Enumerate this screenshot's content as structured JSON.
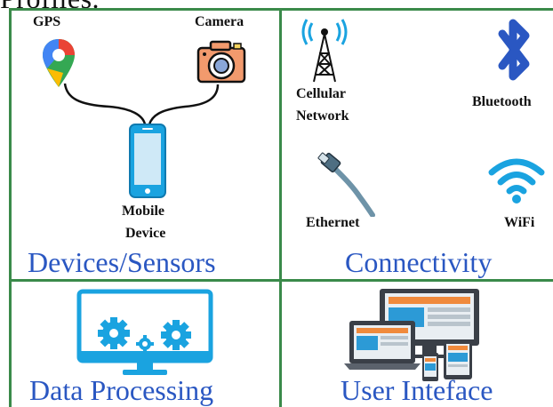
{
  "top_text": "Profiles.",
  "panels": {
    "devices": {
      "caption": "Devices/Sensors",
      "gps_label": "GPS",
      "camera_label": "Camera",
      "device_label_line1": "Mobile",
      "device_label_line2": "Device"
    },
    "connectivity": {
      "caption": "Connectivity",
      "cellular_line1": "Cellular",
      "cellular_line2": "Network",
      "bluetooth_label": "Bluetooth",
      "ethernet_label": "Ethernet",
      "wifi_label": "WiFi"
    },
    "processing": {
      "caption": "Data Processing"
    },
    "ui": {
      "caption": "User Inteface"
    }
  },
  "colors": {
    "frame": "#3a8a4a",
    "caption": "#2a57c2",
    "icon_blue": "#1aa3e0",
    "bluetooth": "#2a57c2"
  },
  "icons": [
    "gps-pin-icon",
    "camera-icon",
    "mobile-phone-icon",
    "cell-tower-icon",
    "bluetooth-icon",
    "ethernet-cable-icon",
    "wifi-icon",
    "monitor-gears-icon",
    "multi-device-icon"
  ]
}
